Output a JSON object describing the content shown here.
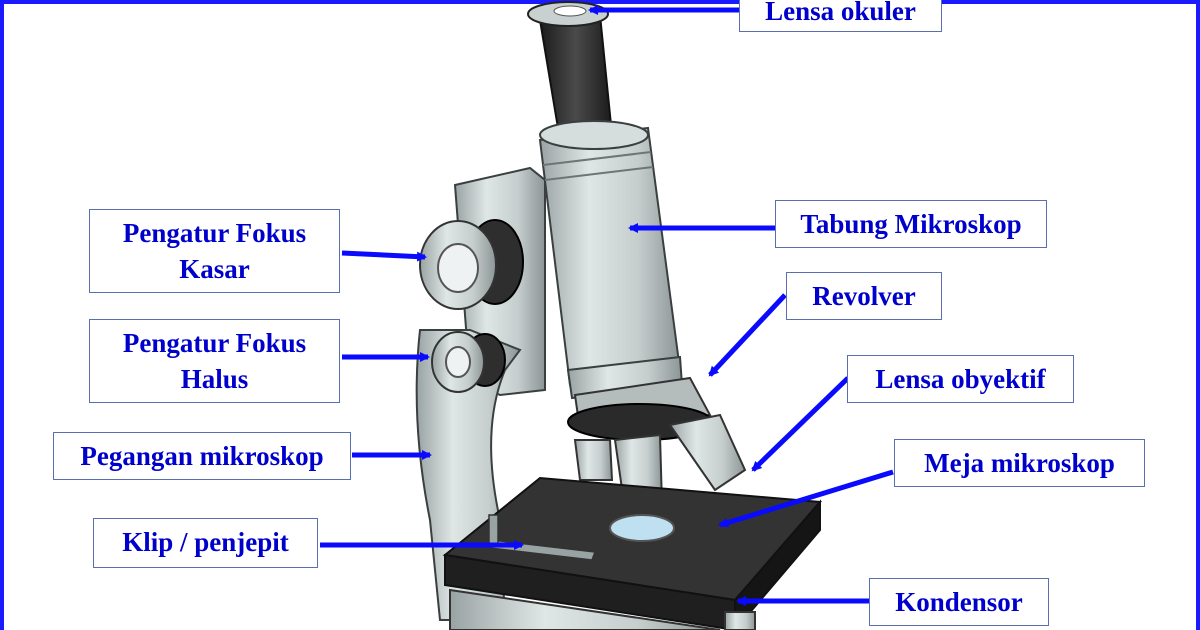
{
  "colors": {
    "frame": "#1a1aff",
    "label_text": "#0000cc",
    "arrow": "#0a0aff"
  },
  "labels": {
    "lensa_okuler": "Lensa okuler",
    "tabung": "Tabung Mikroskop",
    "fokus_kasar_1": "Pengatur Fokus",
    "fokus_kasar_2": "Kasar",
    "fokus_halus_1": "Pengatur Fokus",
    "fokus_halus_2": "Halus",
    "revolver": "Revolver",
    "lensa_obyektif": "Lensa obyektif",
    "pegangan": "Pegangan mikroskop",
    "meja": "Meja mikroskop",
    "klip": "Klip / penjepit",
    "kondensor": "Kondensor"
  }
}
